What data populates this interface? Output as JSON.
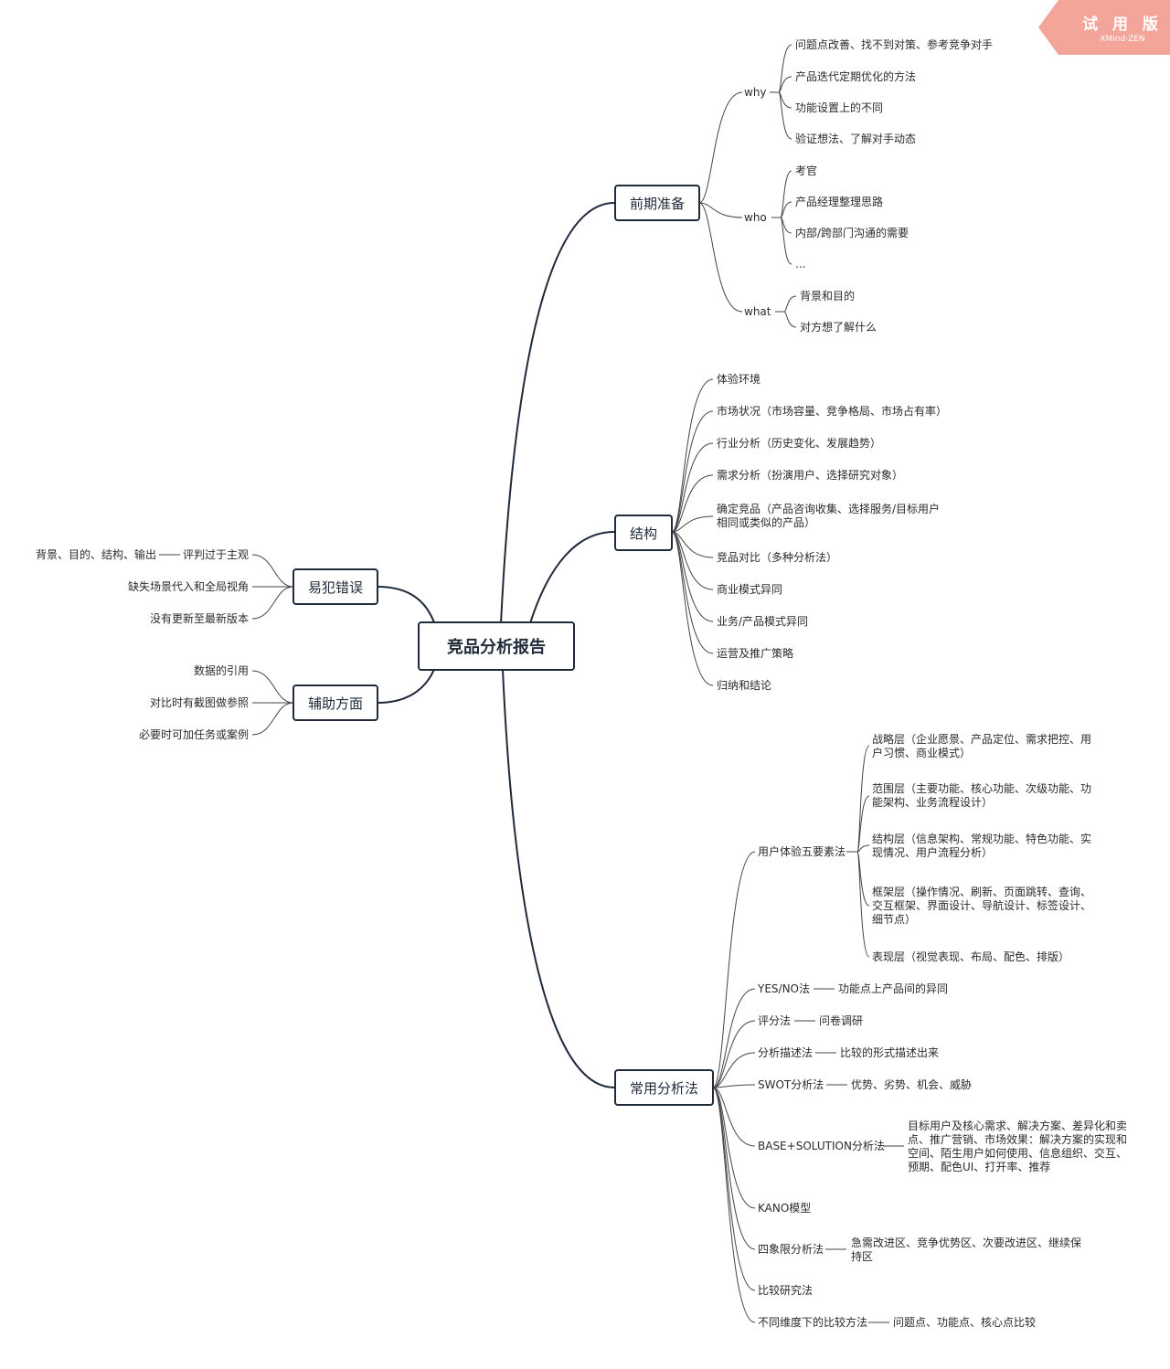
{
  "badge": {
    "title": "试 用 版",
    "subtitle": "XMind·ZEN",
    "color": "#f4a59a"
  },
  "central": "竞品分析报告",
  "branches": {
    "prep": {
      "label": "前期准备",
      "why": {
        "label": "why",
        "items": [
          "问题点改善、找不到对策、参考竞争对手",
          "产品迭代定期优化的方法",
          "功能设置上的不同",
          "验证想法、了解对手动态"
        ]
      },
      "who": {
        "label": "who",
        "items": [
          "考官",
          "产品经理整理思路",
          "内部/跨部门沟通的需要",
          "..."
        ]
      },
      "what": {
        "label": "what",
        "items": [
          "背景和目的",
          "对方想了解什么"
        ]
      }
    },
    "structure": {
      "label": "结构",
      "items": [
        "体验环境",
        "市场状况（市场容量、竞争格局、市场占有率）",
        "行业分析（历史变化、发展趋势）",
        "需求分析（扮演用户、选择研究对象）",
        "确定竞品（产品咨询收集、选择服务/目标用户相同或类似的产品）",
        "竞品对比（多种分析法）",
        "商业模式异同",
        "业务/产品模式异同",
        "运营及推广策略",
        "归纳和结论"
      ]
    },
    "methods": {
      "label": "常用分析法",
      "ux": {
        "label": "用户体验五要素法",
        "items": [
          "战略层（企业愿景、产品定位、需求把控、用户习惯、商业模式）",
          "范围层（主要功能、核心功能、次级功能、功能架构、业务流程设计）",
          "结构层（信息架构、常规功能、特色功能、实现情况、用户流程分析）",
          "框架层（操作情况、刷新、页面跳转、查询、交互框架、界面设计、导航设计、标签设计、细节点）",
          "表现层（视觉表现、布局、配色、排版）"
        ]
      },
      "yesno": {
        "label": "YES/NO法",
        "detail": "功能点上产品间的异同"
      },
      "score": {
        "label": "评分法",
        "detail": "问卷调研"
      },
      "describe": {
        "label": "分析描述法",
        "detail": "比较的形式描述出来"
      },
      "swot": {
        "label": "SWOT分析法",
        "detail": "优势、劣势、机会、威胁"
      },
      "base": {
        "label": "BASE+SOLUTION分析法",
        "detail": "目标用户及核心需求、解决方案、差异化和卖点、推广营销、市场效果：解决方案的实现和空间、陌生用户如何使用、信息组织、交互、预期、配色UI、打开率、推荐"
      },
      "kano": {
        "label": "KANO模型"
      },
      "quad": {
        "label": "四象限分析法",
        "detail": "急需改进区、竞争优势区、次要改进区、继续保持区"
      },
      "compare": {
        "label": "比较研究法"
      },
      "dims": {
        "label": "不同维度下的比较方法",
        "detail": "问题点、功能点、核心点比较"
      }
    },
    "mistakes": {
      "label": "易犯错误",
      "items": [
        "评判过于主观",
        "缺失场景代入和全局视角",
        "没有更新至最新版本"
      ],
      "sub_of_first": "背景、目的、结构、输出"
    },
    "aux": {
      "label": "辅助方面",
      "items": [
        "数据的引用",
        "对比时有截图做参照",
        "必要时可加任务或案例"
      ]
    }
  }
}
